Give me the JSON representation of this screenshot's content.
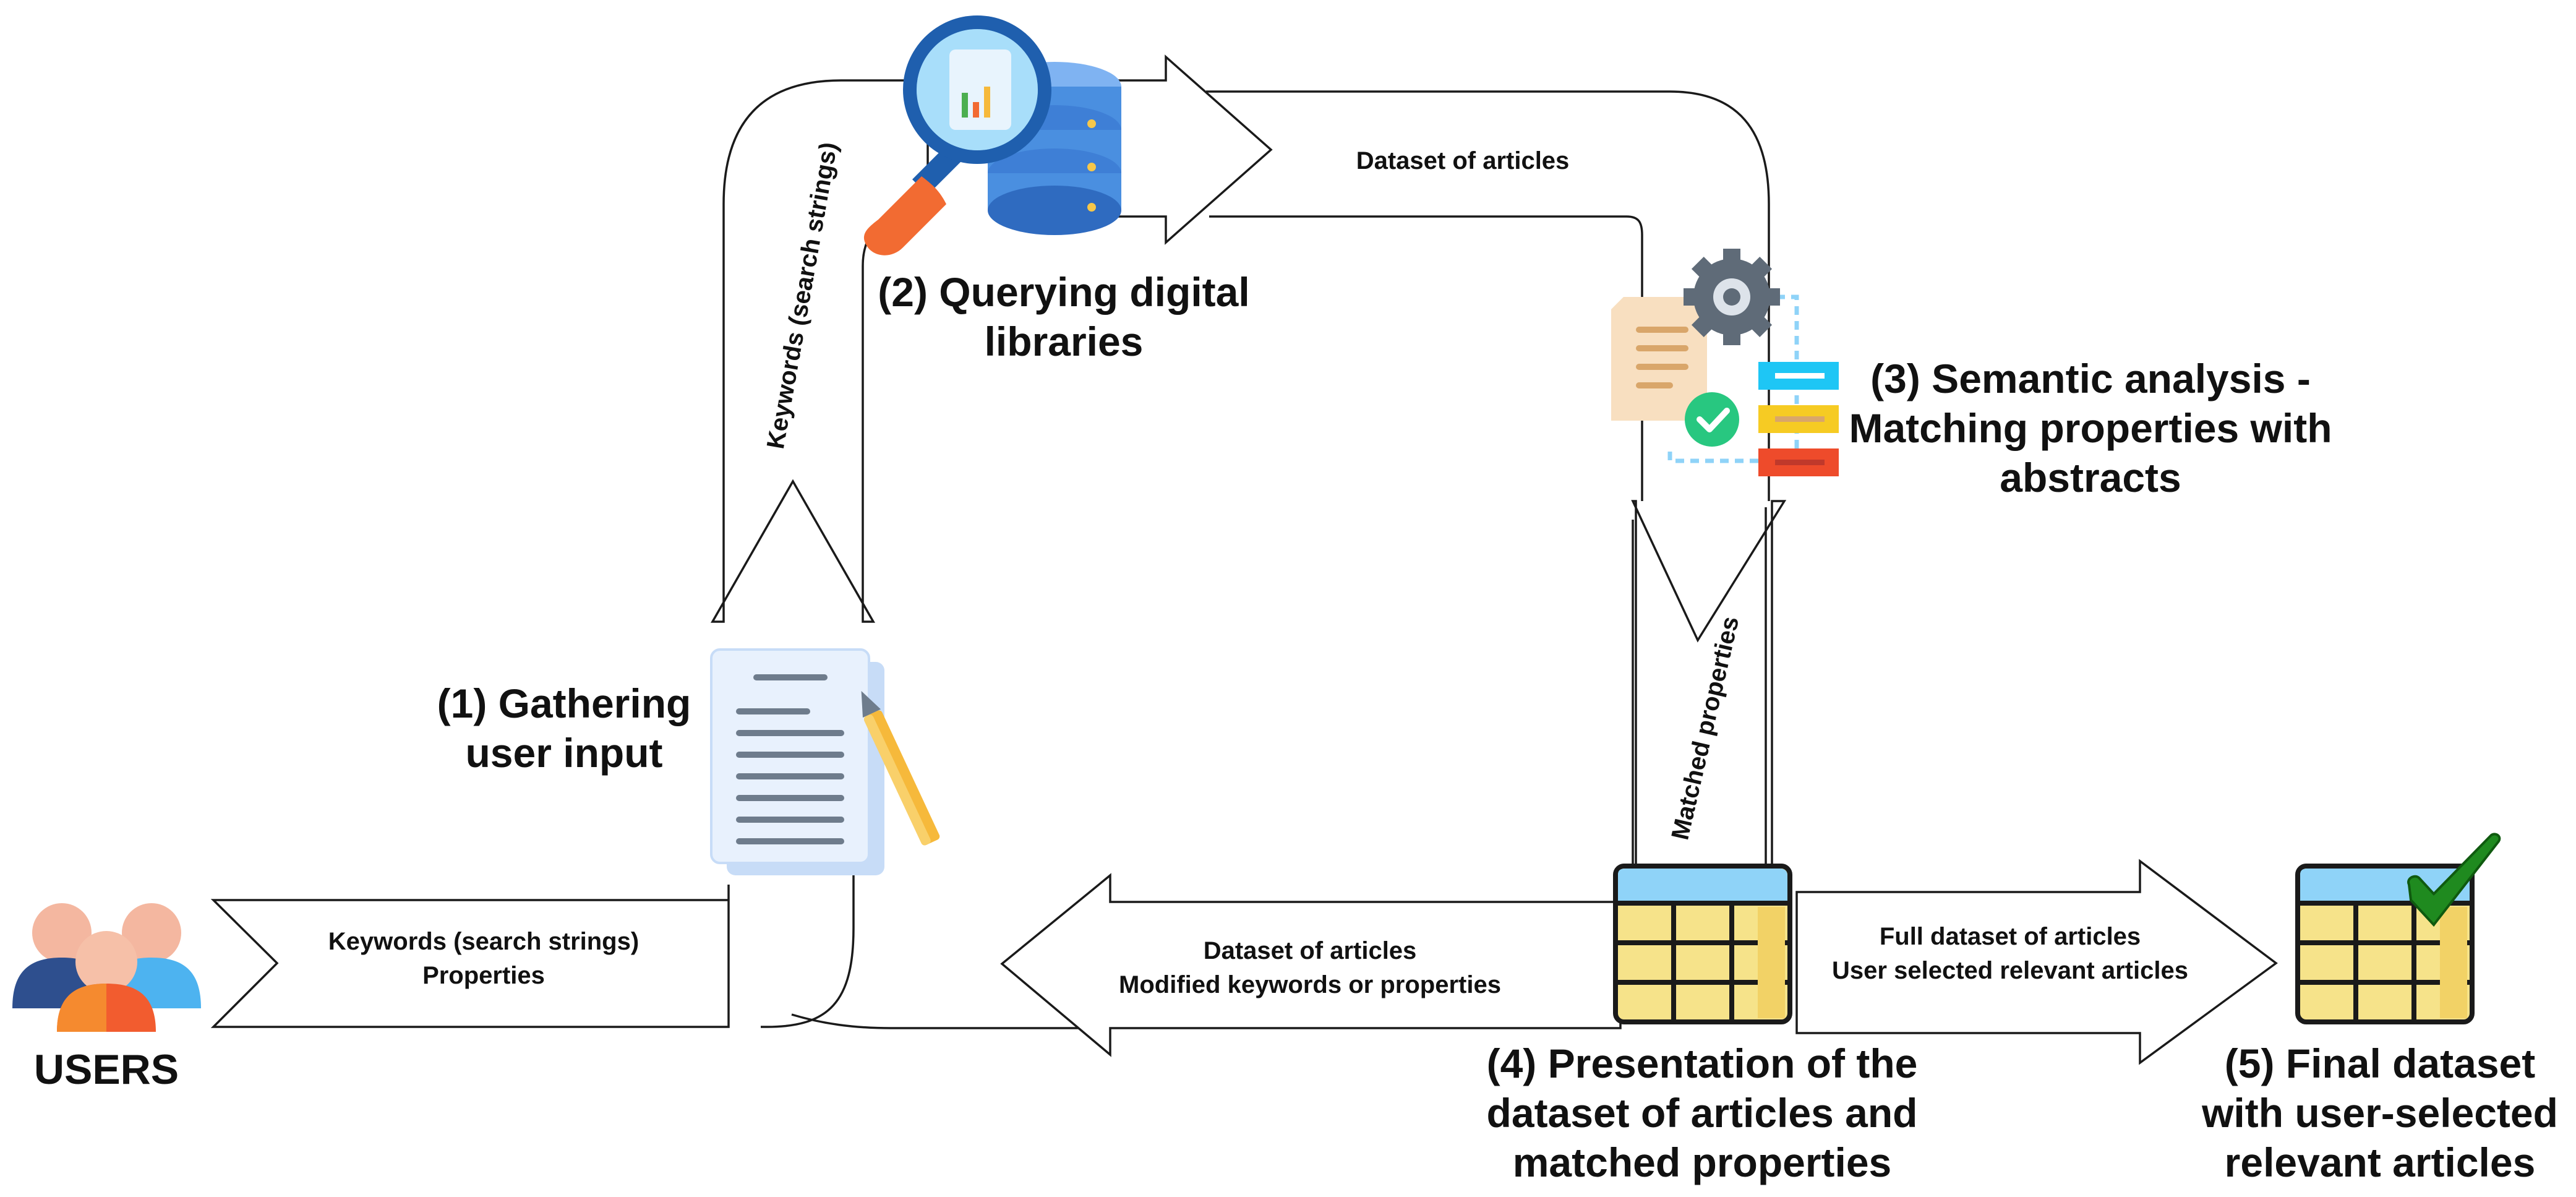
{
  "steps": {
    "gather": {
      "line1": "(1) Gathering",
      "line2": "user input"
    },
    "query": {
      "line1": "(2) Querying digital",
      "line2": "libraries"
    },
    "semantic": {
      "line1": "(3) Semantic analysis -",
      "line2": "Matching properties with",
      "line3": "abstracts"
    },
    "present": {
      "line1": "(4) Presentation of the",
      "line2": "dataset of articles and",
      "line3": "matched properties"
    },
    "final": {
      "line1": "(5) Final dataset",
      "line2": "with user-selected",
      "line3": "relevant articles"
    }
  },
  "users_label": "USERS",
  "arrows": {
    "users_in": {
      "line1": "Keywords (search strings)",
      "line2": "Properties"
    },
    "keywords_up": "Keywords (search strings)",
    "dataset_top": "Dataset of articles",
    "matched": "Matched properties",
    "back": {
      "line1": "Dataset of articles",
      "line2": "Modified keywords or properties"
    },
    "final_out": {
      "line1": "Full dataset of articles",
      "line2": "User selected relevant articles"
    }
  },
  "icons": {
    "users": "users-group-icon",
    "document": "document-with-pencil-icon",
    "search_db": "magnifier-database-icon",
    "semantic": "document-gear-checklist-icon",
    "table_present": "table-icon",
    "table_final": "table-checkmark-icon"
  },
  "colors": {
    "table_header": "#8FD3F8",
    "table_cells": "#F6E38A",
    "check_green": "#1F8A1F",
    "magnifier_blue": "#1F5FAE",
    "handle_orange": "#F26B32",
    "database_blue": "#4A8FE0"
  }
}
